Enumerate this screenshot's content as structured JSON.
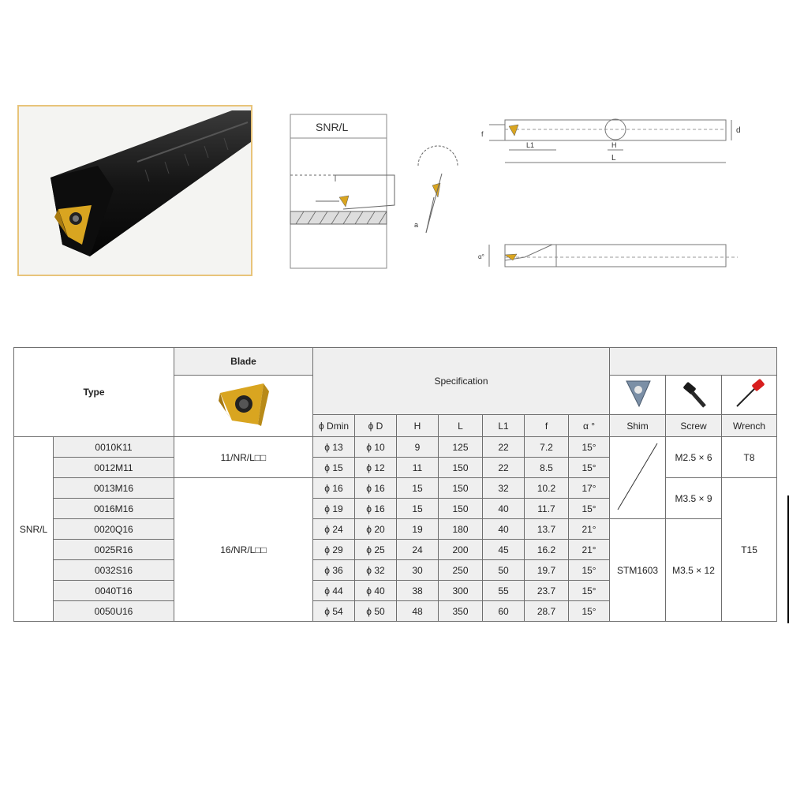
{
  "diagram": {
    "snr_label": "SNR/L",
    "label_f": "f",
    "label_d": "d",
    "label_L1": "L1",
    "label_H": "H",
    "label_L": "L",
    "label_a": "a",
    "label_alpha": "α°"
  },
  "table": {
    "type_header": "Type",
    "blade_header": "Blade",
    "spec_header": "Specification",
    "columns": [
      "ϕ Dmin",
      "ϕ D",
      "H",
      "L",
      "L1",
      "f",
      "α °"
    ],
    "shim_header": "Shim",
    "screw_header": "Screw",
    "wrench_header": "Wrench",
    "series": "SNR/L",
    "blade_a": "11/NR/L□□",
    "blade_b": "16/NR/L□□",
    "shim_value": "STM1603",
    "screw_values": [
      "M2.5 × 6",
      "M3.5 × 9",
      "M3.5 × 12"
    ],
    "wrench_values": [
      "T8",
      "T15"
    ],
    "rows": [
      [
        "0010K11",
        "ϕ 13",
        "ϕ 10",
        "9",
        "125",
        "22",
        "7.2",
        "15°"
      ],
      [
        "0012M11",
        "ϕ 15",
        "ϕ 12",
        "11",
        "150",
        "22",
        "8.5",
        "15°"
      ],
      [
        "0013M16",
        "ϕ 16",
        "ϕ 16",
        "15",
        "150",
        "32",
        "10.2",
        "17°"
      ],
      [
        "0016M16",
        "ϕ 19",
        "ϕ 16",
        "15",
        "150",
        "40",
        "11.7",
        "15°"
      ],
      [
        "0020Q16",
        "ϕ 24",
        "ϕ 20",
        "19",
        "180",
        "40",
        "13.7",
        "21°"
      ],
      [
        "0025R16",
        "ϕ 29",
        "ϕ 25",
        "24",
        "200",
        "45",
        "16.2",
        "21°"
      ],
      [
        "0032S16",
        "ϕ 36",
        "ϕ 32",
        "30",
        "250",
        "50",
        "19.7",
        "15°"
      ],
      [
        "0040T16",
        "ϕ 44",
        "ϕ 40",
        "38",
        "300",
        "55",
        "23.7",
        "15°"
      ],
      [
        "0050U16",
        "ϕ 54",
        "ϕ 50",
        "48",
        "350",
        "60",
        "28.7",
        "15°"
      ]
    ]
  },
  "icons": [
    "tool-holder-photo",
    "thread-insert-icon",
    "shim-icon",
    "screw-icon",
    "wrench-icon"
  ],
  "colors": {
    "insert_gold": "#d9a520",
    "holder_black": "#1a1a1a",
    "table_bg": "#efefef",
    "photo_border": "#e8c47a",
    "wrench_red": "#d81e1e"
  }
}
